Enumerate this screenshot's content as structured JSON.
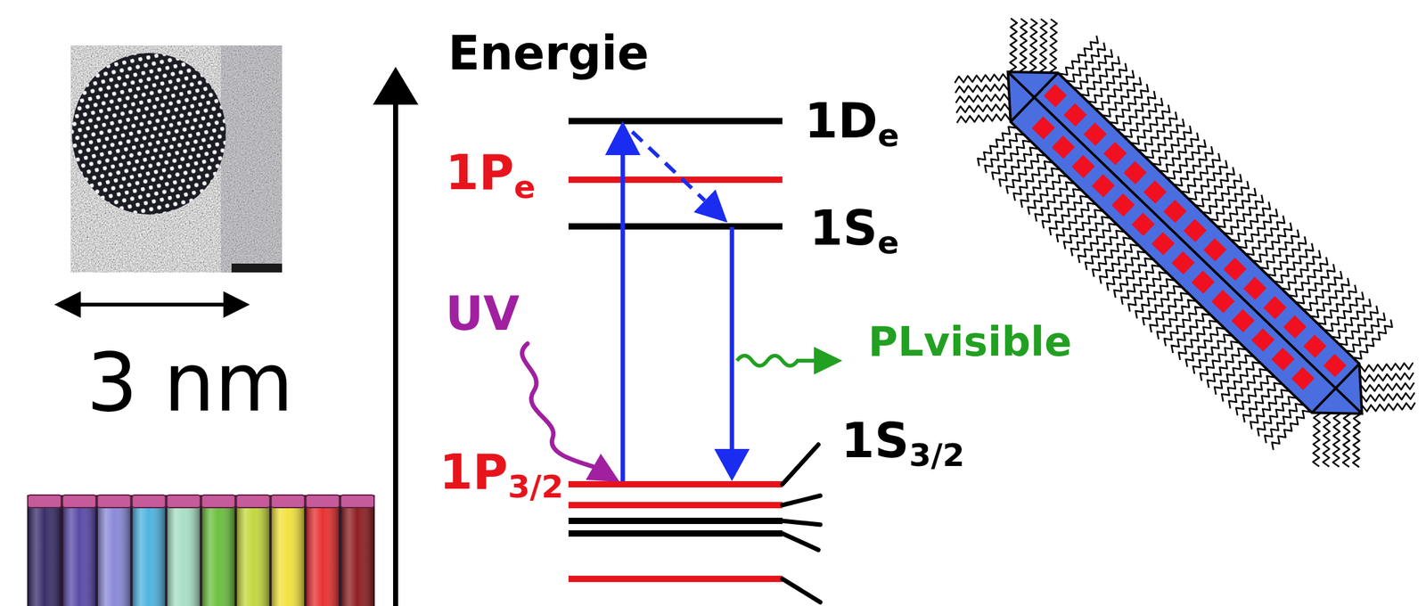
{
  "diagram": {
    "labels": [
      "Energie",
      "1De",
      "1Pe",
      "1Se",
      "3 nm",
      "UV",
      "PLvisible",
      "1P3/2",
      "1S3/2"
    ]
  }
}
